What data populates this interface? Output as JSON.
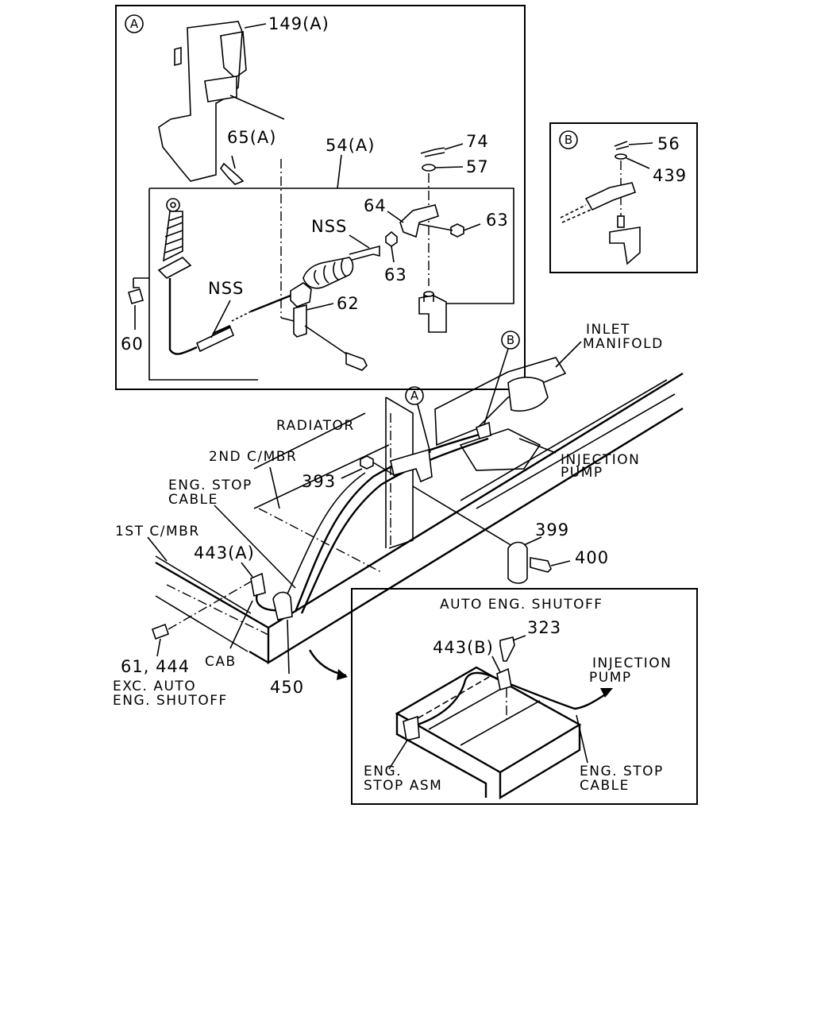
{
  "callouts": {
    "circle_a_main": "A",
    "circle_b_inset": "B",
    "circle_b_main": "B",
    "circle_a_main2": "A"
  },
  "parts": {
    "p149a": "149(A)",
    "p65a": "65(A)",
    "p54a": "54(A)",
    "p74": "74",
    "p57": "57",
    "p64": "64",
    "p63a": "63",
    "p63b": "63",
    "nss1": "NSS",
    "nss2": "NSS",
    "p62": "62",
    "p60": "60",
    "p56": "56",
    "p439": "439",
    "p393": "393",
    "p399": "399",
    "p400": "400",
    "p443a": "443(A)",
    "p61_444": "61, 444",
    "p450": "450",
    "p323": "323",
    "p443b": "443(B)"
  },
  "labels": {
    "inlet_manifold_1": "INLET",
    "inlet_manifold_2": "MANIFOLD",
    "radiator": "RADIATOR",
    "injection_pump_1": "INJECTION",
    "injection_pump_2": "PUMP",
    "second_cmbr": "2ND C/MBR",
    "eng_stop_cable_1": "ENG. STOP",
    "eng_stop_cable_2": "CABLE",
    "first_cmbr": "1ST C/MBR",
    "cab": "CAB",
    "exc_auto_1": "EXC. AUTO",
    "exc_auto_2": "ENG. SHUTOFF",
    "auto_eng_shutoff": "AUTO ENG. SHUTOFF",
    "inset_injection_1": "INJECTION",
    "inset_injection_2": "PUMP",
    "eng_stop_asm_1": "ENG.",
    "eng_stop_asm_2": "STOP ASM",
    "inset_stop_cable_1": "ENG. STOP",
    "inset_stop_cable_2": "CABLE"
  }
}
